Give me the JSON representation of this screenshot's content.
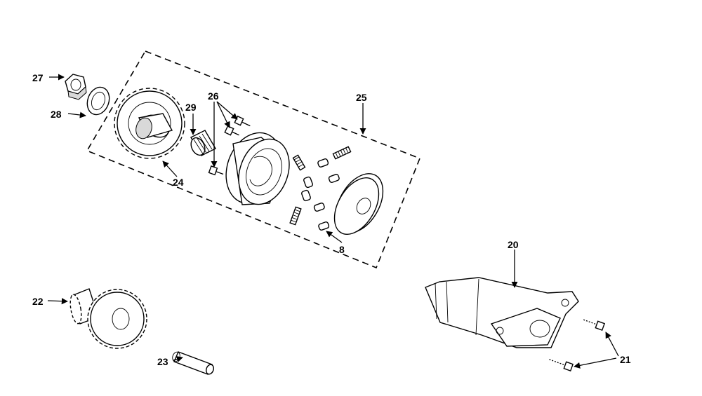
{
  "callouts": [
    {
      "id": "27",
      "label": "27"
    },
    {
      "id": "28",
      "label": "28"
    },
    {
      "id": "29",
      "label": "29"
    },
    {
      "id": "26",
      "label": "26"
    },
    {
      "id": "25",
      "label": "25"
    },
    {
      "id": "24",
      "label": "24"
    },
    {
      "id": "8",
      "label": "8"
    },
    {
      "id": "20",
      "label": "20"
    },
    {
      "id": "22",
      "label": "22"
    },
    {
      "id": "23",
      "label": "23"
    },
    {
      "id": "21",
      "label": "21"
    }
  ]
}
